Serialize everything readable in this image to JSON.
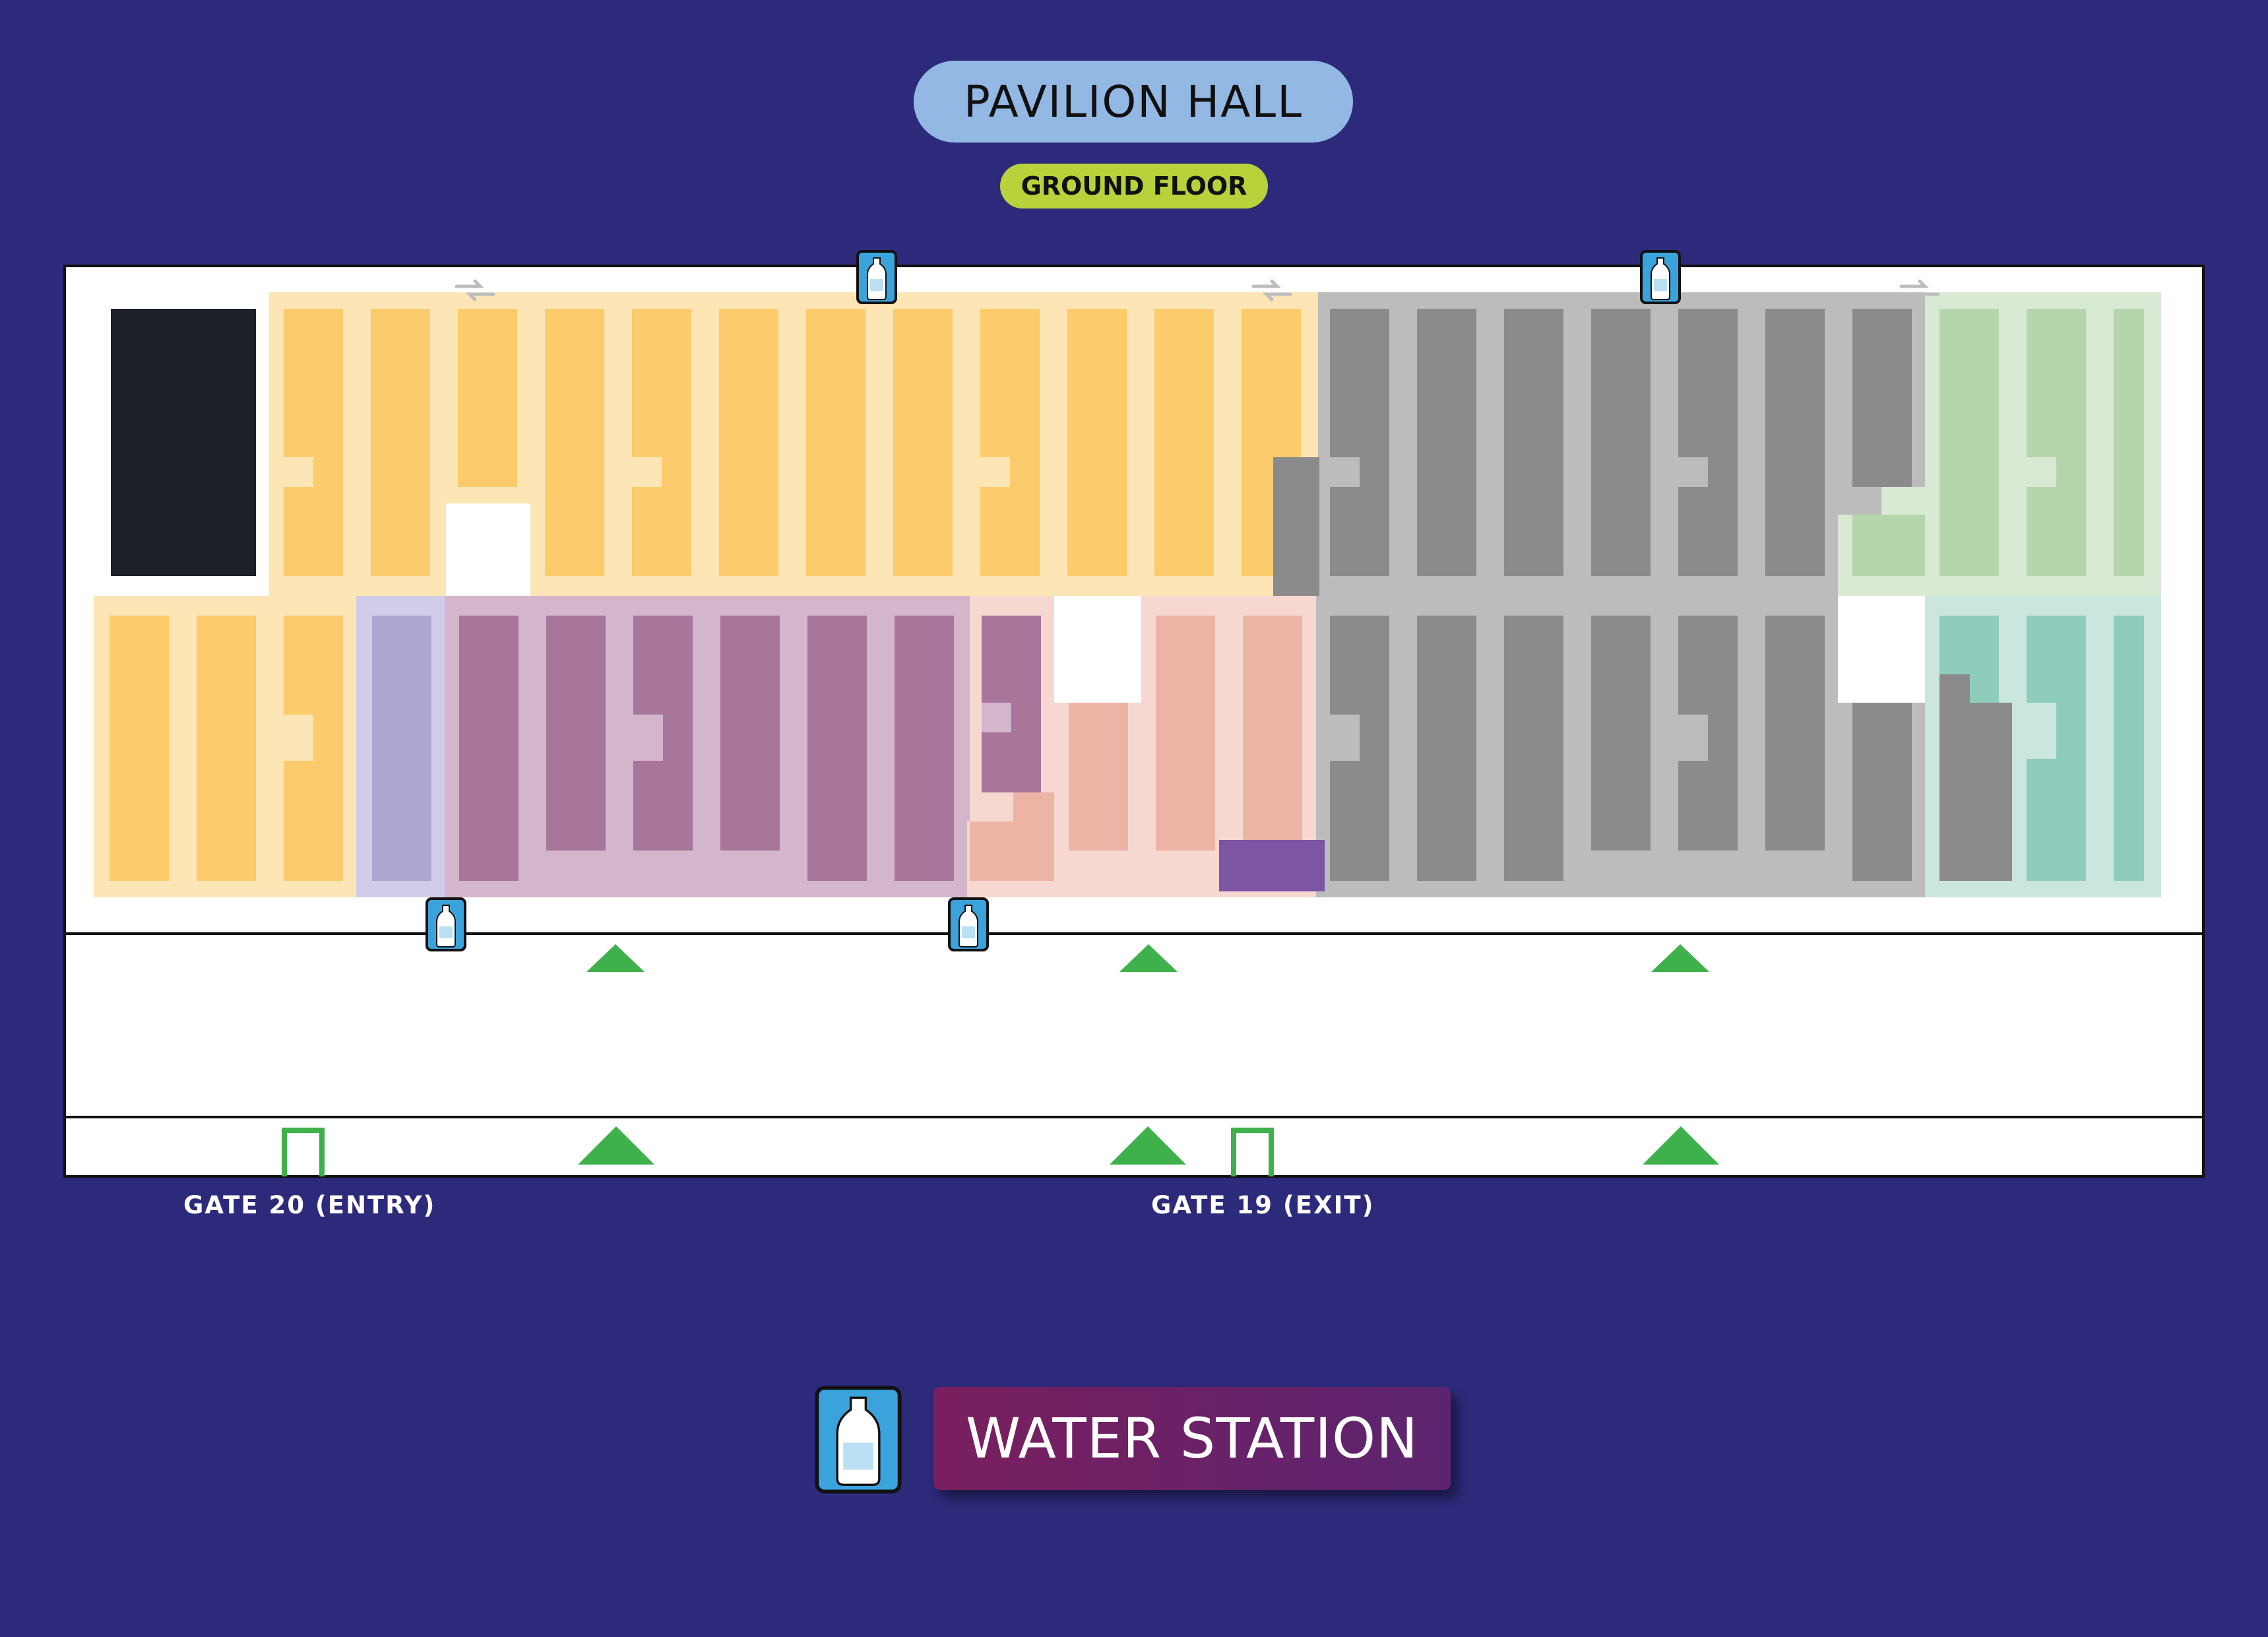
{
  "header": {
    "title": "PAVILION HALL",
    "floor": "GROUND FLOOR"
  },
  "gates": [
    {
      "label": "GATE 20 (ENTRY)"
    },
    {
      "label": "GATE 19 (EXIT)"
    }
  ],
  "legend": {
    "water_station_label": "WATER STATION",
    "icon": "water-bottle-icon"
  },
  "colors": {
    "background": "#2d2a7b",
    "title_pill": "#93b8e3",
    "floor_pill": "#b8d23b",
    "zone_yellow": "#fccb6b",
    "zone_purple": "#a8759b",
    "zone_lavender": "#aca6d2",
    "zone_pink": "#ebb4a4",
    "zone_gray": "#8b8b8b",
    "zone_green": "#b5d6ac",
    "zone_teal": "#8ecdbb",
    "water_icon": "#3ba3dc",
    "arrow_green": "#3fb14c"
  },
  "icons": [
    "water-bottle-icon",
    "escalator-icon",
    "direction-arrow-icon",
    "gate-icon"
  ]
}
